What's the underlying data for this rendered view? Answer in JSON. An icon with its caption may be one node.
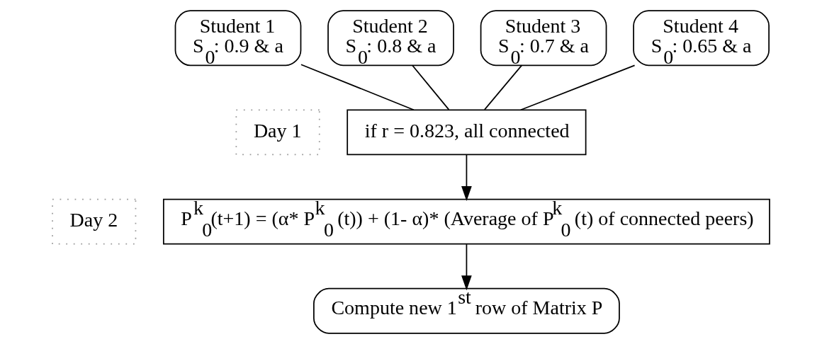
{
  "diagram": {
    "nodes": [
      {
        "text": [
          "Student 1",
          "S$_{0}$: 0.9 & a"
        ]
      },
      {
        "text": [
          "Student 2",
          "S$_{0}$: 0.8 & a"
        ]
      },
      {
        "text": [
          "Student 3",
          "S$_{0}$: 0.7 & a"
        ]
      },
      {
        "text": [
          "Student 4",
          "S$_{0}$: 0.65 & a"
        ]
      },
      {
        "text": [
          "Day 1"
        ]
      },
      {
        "text": [
          "if r = 0.823, all connected"
        ]
      },
      {
        "text": [
          "Day 2"
        ]
      },
      {
        "text": [
          "P$^{k}$$_{0}$(t+1) = (α* P$^{k}$$_{0}$ (t)) + (1- α)* (Average of P$^{k}$$_{0}$ (t) of connected peers)"
        ]
      },
      {
        "text": [
          "Compute new 1$^{st}$ row of Matrix P"
        ]
      }
    ],
    "edges": [
      {
        "from": 0,
        "to": 5,
        "arrow": "none"
      },
      {
        "from": 1,
        "to": 5,
        "arrow": "none"
      },
      {
        "from": 2,
        "to": 5,
        "arrow": "none"
      },
      {
        "from": 3,
        "to": 5,
        "arrow": "none"
      },
      {
        "from": 5,
        "to": 7,
        "arrow": "to"
      },
      {
        "from": 7,
        "to": 8,
        "arrow": "to"
      }
    ]
  }
}
